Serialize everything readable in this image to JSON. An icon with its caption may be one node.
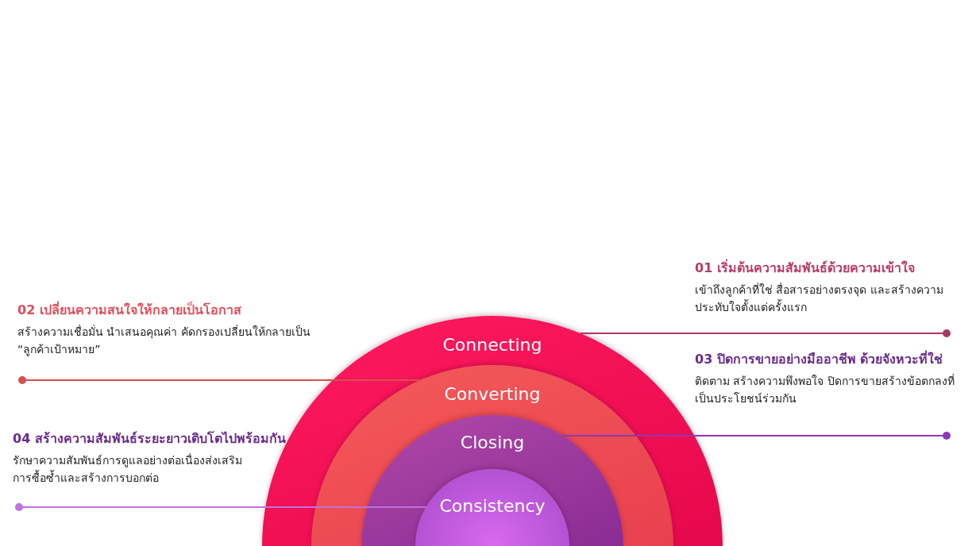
{
  "diagram": {
    "nodes": [
      {
        "text": [
          "Connecting"
        ]
      },
      {
        "text": [
          "Converting"
        ],
        "in": 0
      },
      {
        "text": [
          "Closing"
        ],
        "in": 1
      },
      {
        "text": [
          "Consistency"
        ],
        "in": 2
      },
      {
        "text": [
          "01 เริ่มต้นความสัมพันธ์ด้วยความเข้าใจ",
          "เข้าถึงลูกค้าที่ใช่ สื่อสารอย่างตรงจุด และสร้างความประทับใจตั้งแต่ครั้งแรก"
        ]
      },
      {
        "text": [
          "02 เปลี่ยนความสนใจให้กลายเป็นโอกาส",
          "สร้างความเชื่อมั่น นำเสนอคุณค่า คัดกรองเปลี่ยนให้กลายเป็น “ลูกค้าเป้าหมาย”"
        ]
      },
      {
        "text": [
          "03 ปิดการขายอย่างมืออาชีพ ด้วยจังหวะที่ใช่",
          "ติดตาม สร้างความพึงพอใจ ปิดการขายสร้างข้อตกลงที่เป็นประโยชน์ร่วมกัน"
        ]
      },
      {
        "text": [
          "04 สร้างความสัมพันธ์ระยะยาวเติบโตไปพร้อมกัน",
          "รักษาความสัมพันธ์การดูแลอย่างต่อเนื่องส่งเสริมการซื้อซ้ำและสร้างการบอกต่อ"
        ]
      }
    ],
    "edges": [
      {
        "from": 4,
        "to": 0,
        "arrow": "other",
        "color": "#a83a5e"
      },
      {
        "from": 5,
        "to": 1,
        "arrow": "other",
        "color": "#d4504c"
      },
      {
        "from": 6,
        "to": 2,
        "arrow": "other",
        "color": "#8a3ab8"
      },
      {
        "from": 7,
        "to": 3,
        "arrow": "other",
        "color": "#c070e0"
      }
    ]
  }
}
